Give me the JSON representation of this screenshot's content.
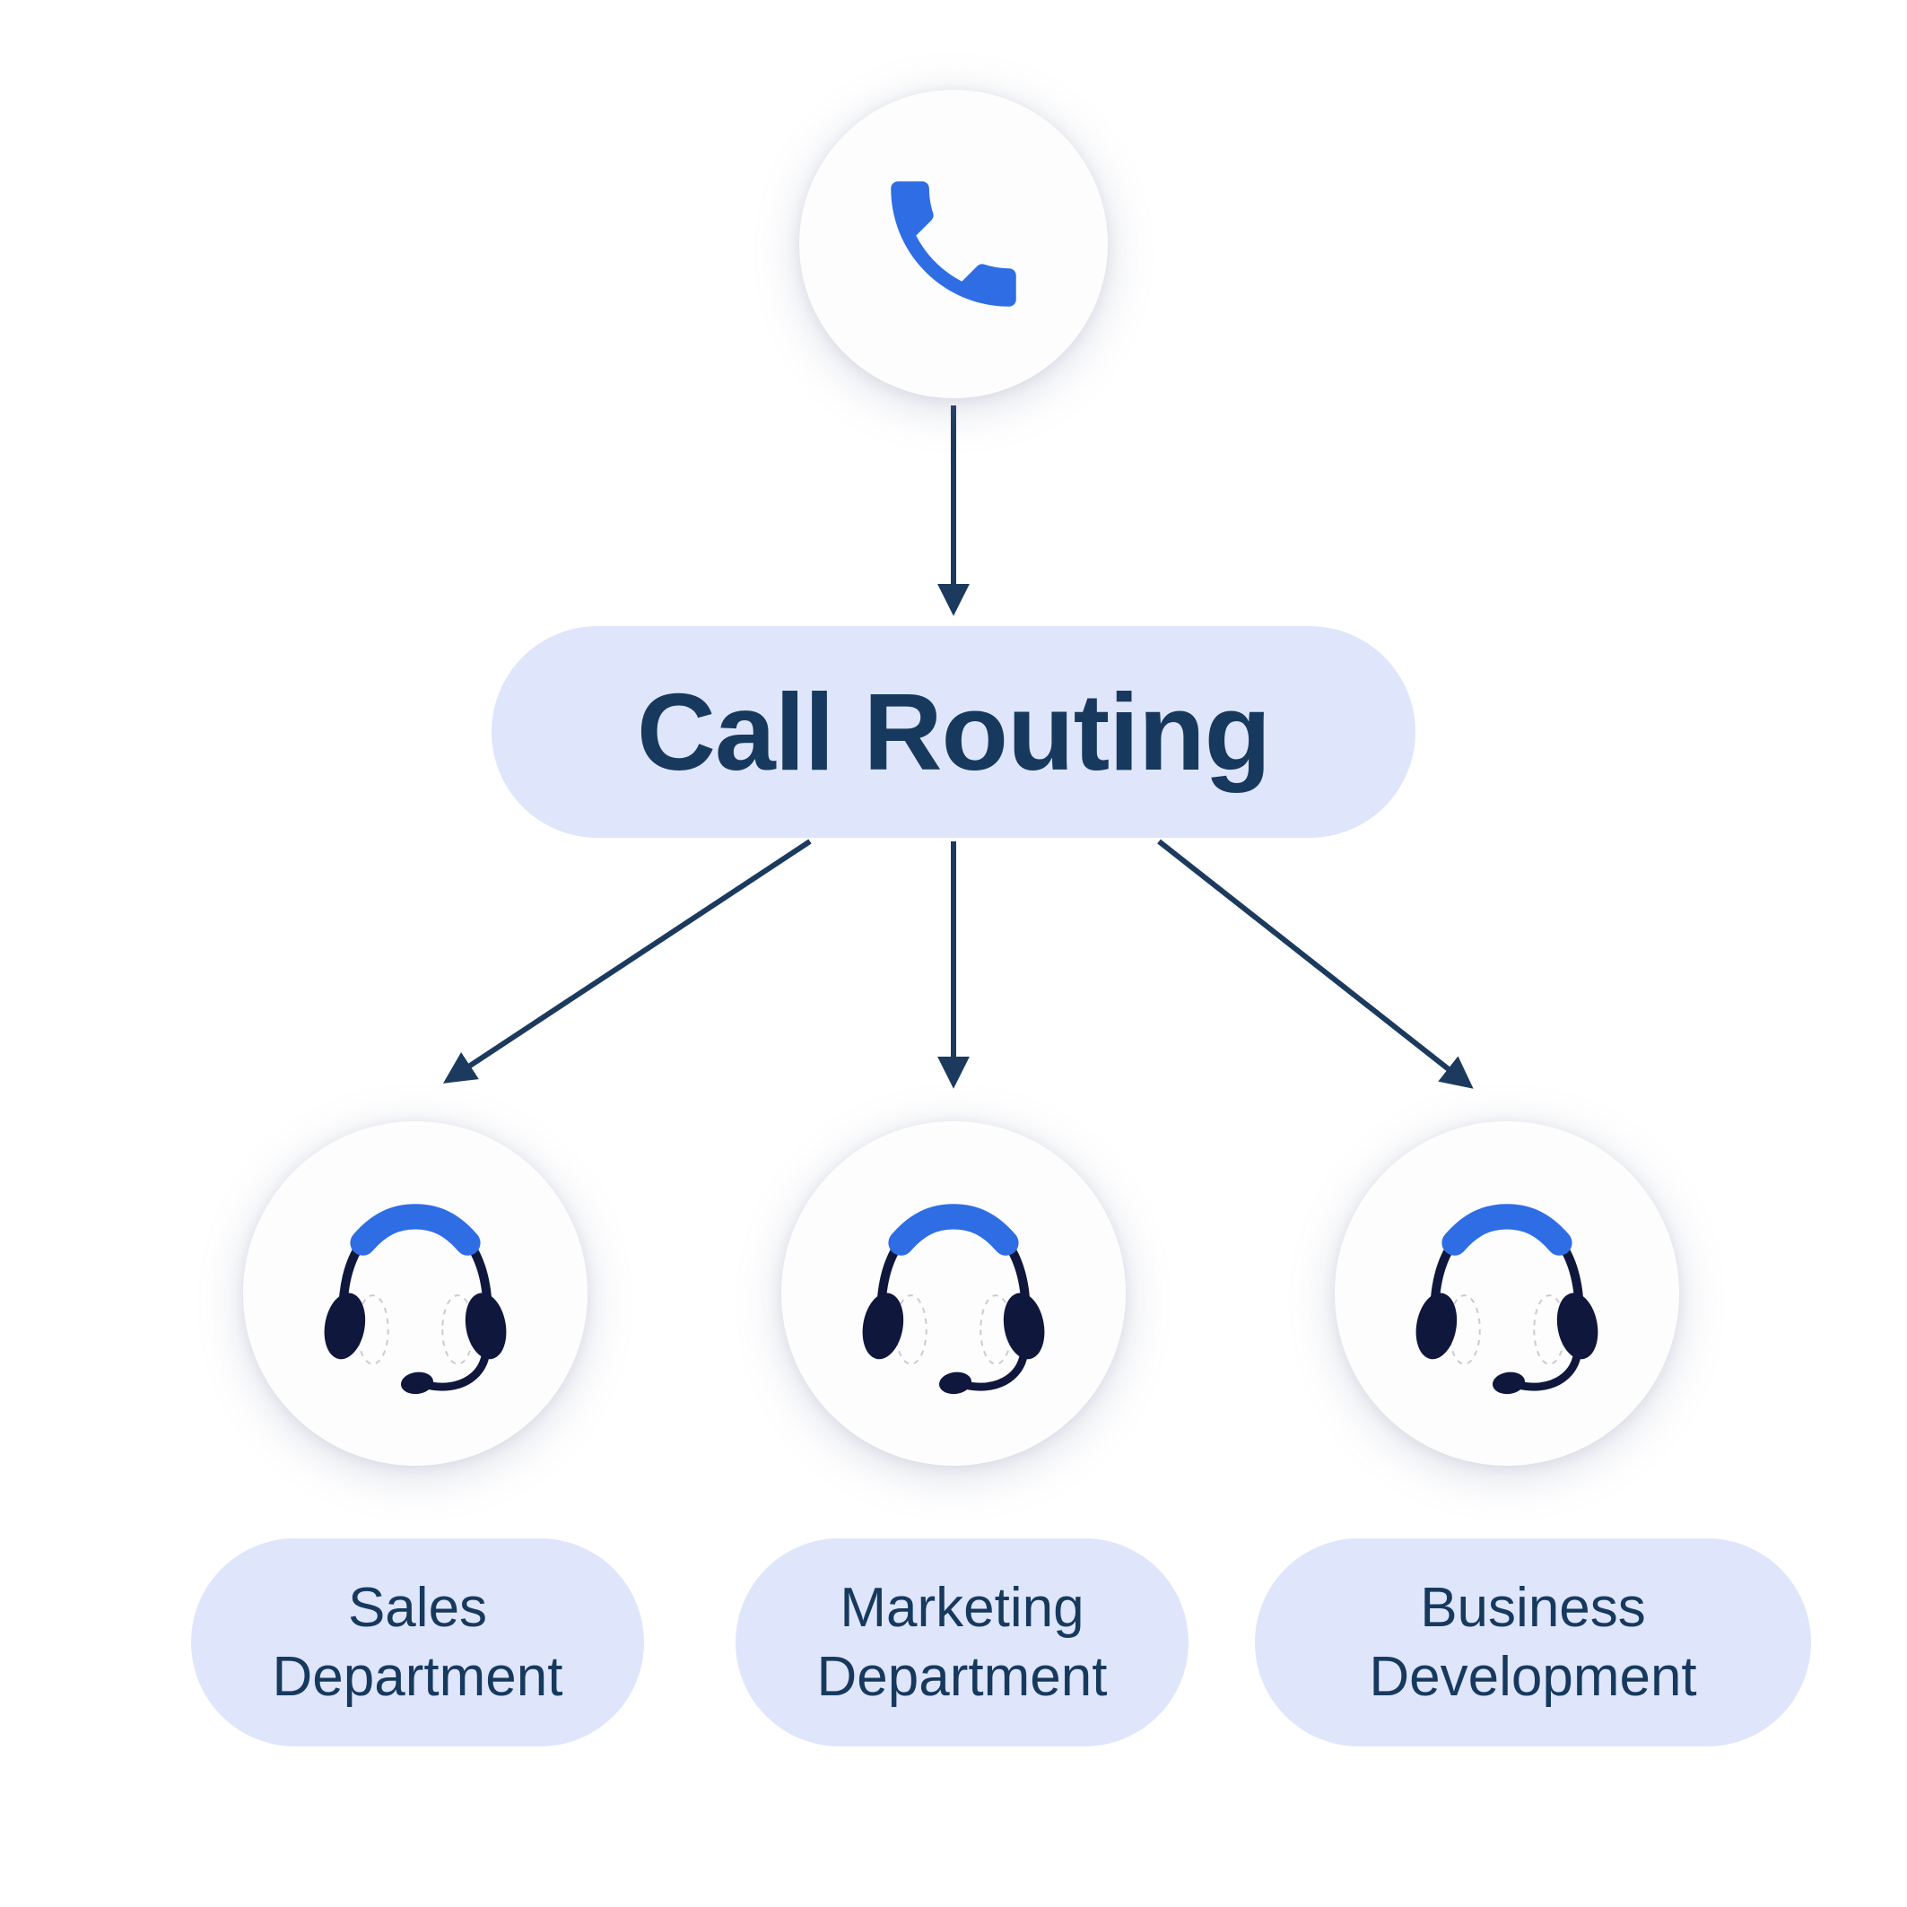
{
  "diagram": {
    "source": {
      "icon": "phone-icon"
    },
    "router": {
      "label": "Call Routing"
    },
    "branches": [
      {
        "icon": "headset-icon",
        "label": "Sales Department",
        "label_lines": [
          "Sales",
          "Department"
        ]
      },
      {
        "icon": "headset-icon",
        "label": "Marketing Department",
        "label_lines": [
          "Marketing",
          "Department"
        ]
      },
      {
        "icon": "headset-icon",
        "label": "Business Development",
        "label_lines": [
          "Business",
          "Development"
        ]
      }
    ]
  },
  "colors": {
    "accent_blue": "#2e6de4",
    "navy_text": "#17395e",
    "navy_icon": "#10173d",
    "arrow": "#1b3a5e",
    "pill_background": "#dfe6fb",
    "node_background": "#fdfdfe",
    "page_background": "#ffffff",
    "dashed_pad_outline": "#c9ccd4"
  }
}
